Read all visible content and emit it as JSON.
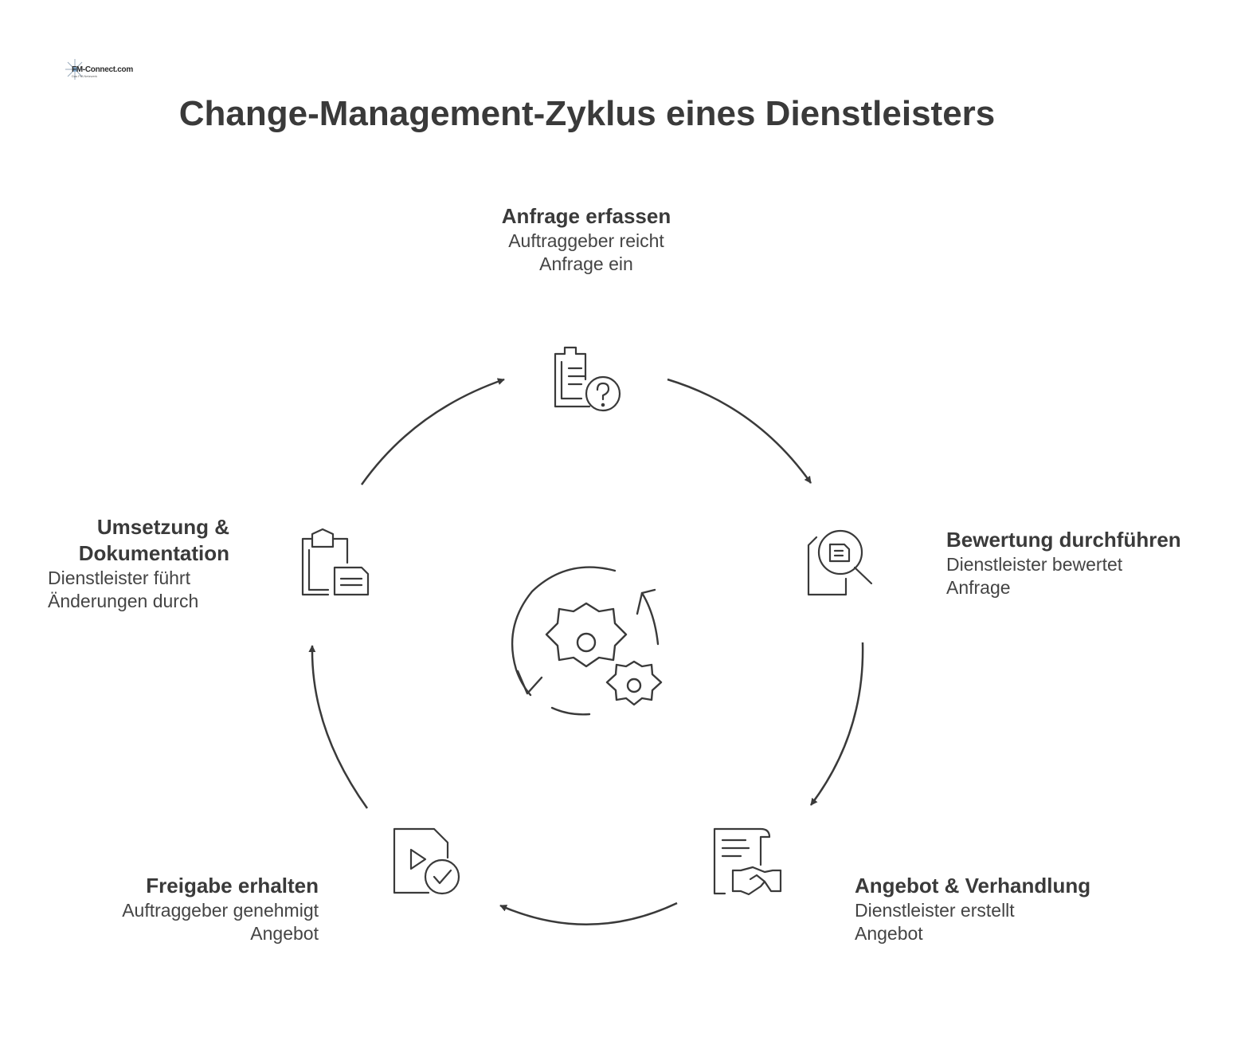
{
  "logo": {
    "text": "FM-Connect.com",
    "tagline": "Das FM-Netzwerk"
  },
  "title": "Change-Management-Zyklus eines Dienstleisters",
  "steps": [
    {
      "title": "Anfrage erfassen",
      "desc_line1": "Auftraggeber reicht",
      "desc_line2": "Anfrage ein",
      "icon": "clipboard-question-icon"
    },
    {
      "title": "Bewertung durchführen",
      "desc_line1": "Dienstleister bewertet",
      "desc_line2": "Anfrage",
      "icon": "document-search-icon"
    },
    {
      "title": "Angebot & Verhandlung",
      "desc_line1": "Dienstleister erstellt",
      "desc_line2": "Angebot",
      "icon": "contract-handshake-icon"
    },
    {
      "title": "Freigabe erhalten",
      "desc_line1": "Auftraggeber genehmigt",
      "desc_line2": "Angebot",
      "icon": "document-approved-icon"
    },
    {
      "title_line1": "Umsetzung &",
      "title_line2": "Dokumentation",
      "desc_line1": "Dienstleister führt",
      "desc_line2": "Änderungen durch",
      "icon": "clipboard-documents-icon"
    }
  ],
  "center_icon": "gears-cycle-icon",
  "colors": {
    "stroke": "#3a3a3a",
    "text": "#3a3a3a"
  }
}
